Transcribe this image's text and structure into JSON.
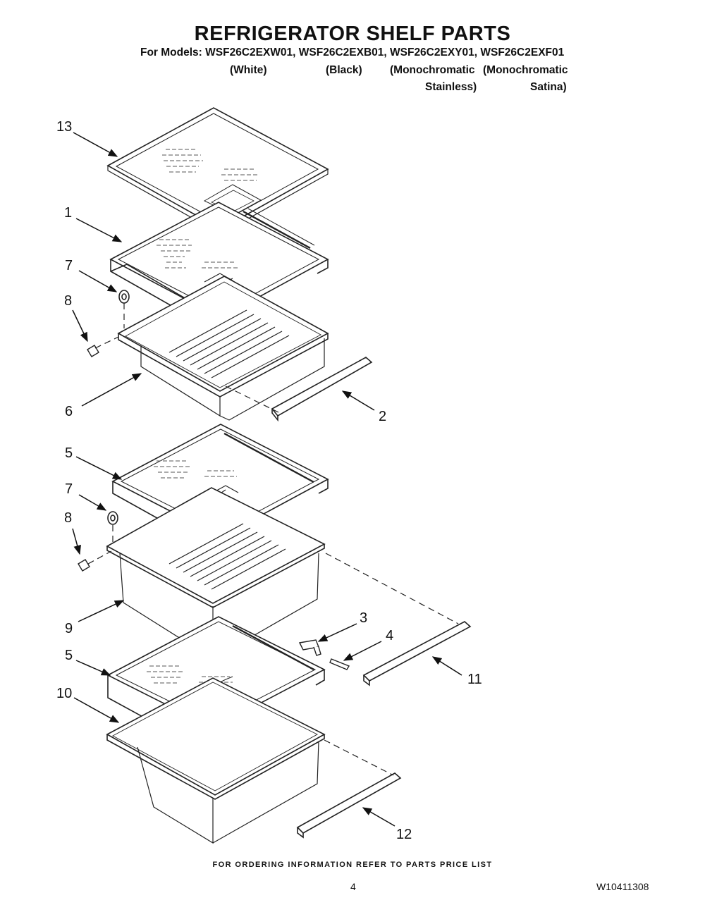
{
  "header": {
    "title": "REFRIGERATOR SHELF PARTS",
    "models": "For Models: WSF26C2EXW01, WSF26C2EXB01, WSF26C2EXY01, WSF26C2EXF01",
    "variants": {
      "white": "(White)",
      "black": "(Black)",
      "mono_stainless_1": "(Monochromatic",
      "mono_stainless_2": "Stainless)",
      "mono_satina_1": "(Monochromatic",
      "mono_satina_2": "Satina)"
    }
  },
  "callouts": {
    "c13": "13",
    "c1": "1",
    "c7a": "7",
    "c8a": "8",
    "c6": "6",
    "c2": "2",
    "c5a": "5",
    "c7b": "7",
    "c8b": "8",
    "c9": "9",
    "c3": "3",
    "c4": "4",
    "c11": "11",
    "c5b": "5",
    "c10": "10",
    "c12": "12"
  },
  "footer": {
    "ordering": "FOR ORDERING INFORMATION REFER TO PARTS PRICE LIST",
    "page": "4",
    "doc_number": "W10411308"
  }
}
